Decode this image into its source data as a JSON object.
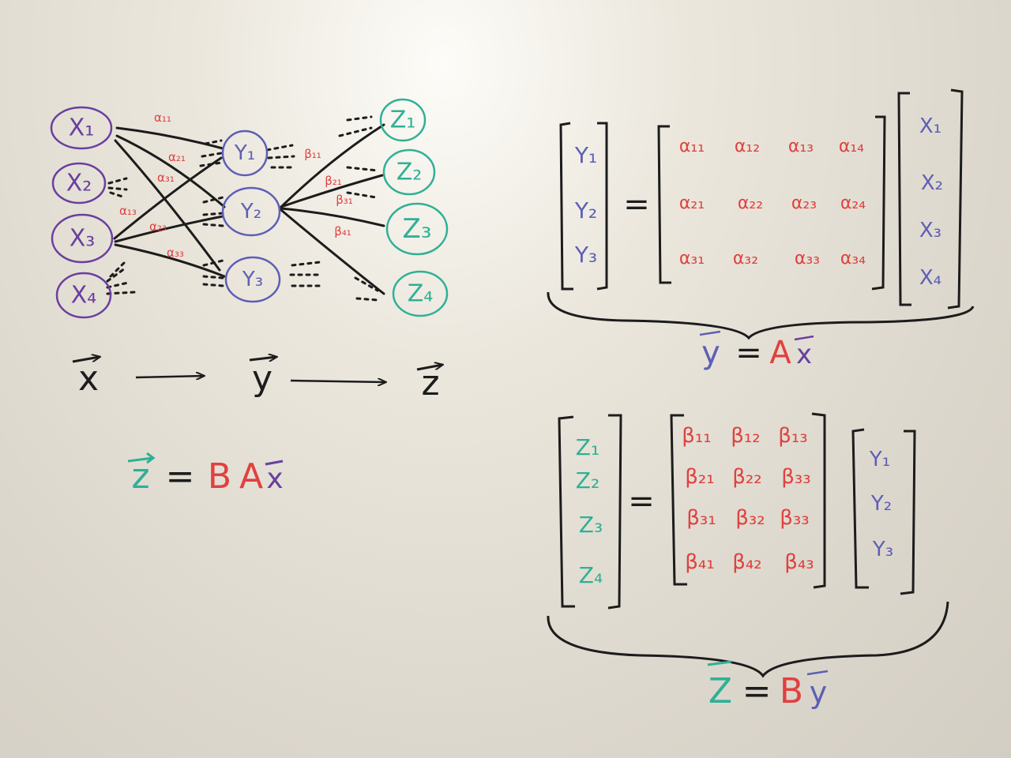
{
  "colors": {
    "ink": "#1c1c1c",
    "x": "#6a3fa0",
    "y": "#5d5fb5",
    "z": "#2fb096",
    "coef": "#e0413f"
  },
  "network": {
    "x_nodes": [
      "X₁",
      "X₂",
      "X₃",
      "X₄"
    ],
    "y_nodes": [
      "Y₁",
      "Y₂",
      "Y₃"
    ],
    "z_nodes": [
      "Z₁",
      "Z₂",
      "Z₃",
      "Z₄"
    ],
    "alpha_labels": [
      "α₁₁",
      "α₂₁",
      "α₃₁",
      "α₁₃",
      "α₂₃",
      "α₃₃"
    ],
    "beta_labels": [
      "β₁₁",
      "β₂₁",
      "β₃₁",
      "β₄₁"
    ]
  },
  "flow": {
    "x": "x",
    "y": "y",
    "z": "z"
  },
  "eq_left": {
    "z": "z",
    "eq": "=",
    "b": "B",
    "a": "A",
    "x": "x"
  },
  "matrix_a": {
    "y_vec": [
      "Y₁",
      "Y₂",
      "Y₃"
    ],
    "eq": "=",
    "rows": [
      [
        "α₁₁",
        "α₁₂",
        "α₁₃",
        "α₁₄"
      ],
      [
        "α₂₁",
        "α₂₂",
        "α₂₃",
        "α₂₄"
      ],
      [
        "α₃₁",
        "α₃₂",
        "α₃₃",
        "α₃₄"
      ]
    ],
    "x_vec": [
      "X₁",
      "X₂",
      "X₃",
      "X₄"
    ],
    "caption": {
      "y": "y",
      "eq": "=",
      "a": "A",
      "x": "x"
    }
  },
  "matrix_b": {
    "z_vec": [
      "Z₁",
      "Z₂",
      "Z₃",
      "Z₄"
    ],
    "eq": "=",
    "rows": [
      [
        "β₁₁",
        "β₁₂",
        "β₁₃"
      ],
      [
        "β₂₁",
        "β₂₂",
        "β₃₃"
      ],
      [
        "β₃₁",
        "β₃₂",
        "β₃₃"
      ],
      [
        "β₄₁",
        "β₄₂",
        "β₄₃"
      ]
    ],
    "y_vec": [
      "Y₁",
      "Y₂",
      "Y₃"
    ],
    "caption": {
      "z": "Z",
      "eq": "=",
      "b": "B",
      "y": "y"
    }
  }
}
